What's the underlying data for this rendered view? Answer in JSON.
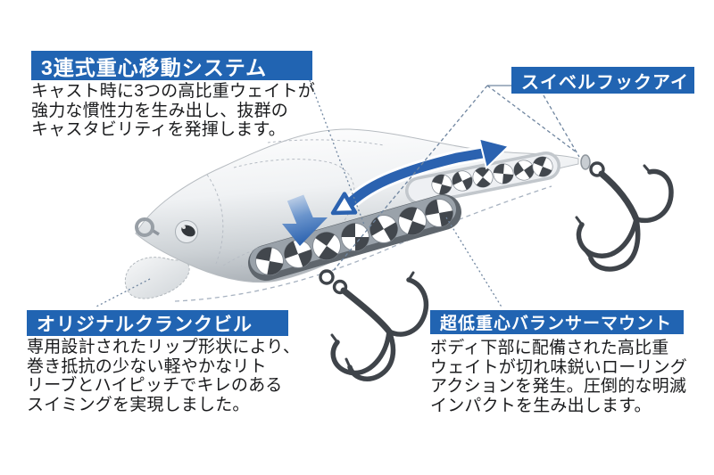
{
  "diagram": {
    "subject": "fishing-lure-feature-diagram",
    "background": "#ffffff"
  },
  "colors": {
    "callout_blue": "#2164b2",
    "arrow_blue": "#2b62b0",
    "body_silver": "#d6dade",
    "weight_dark": "#42474d",
    "hook_gray": "#3f444a",
    "leader_line": "#7086a0",
    "text": "#1a1b1d"
  },
  "callouts": {
    "weight_transfer": {
      "title": "3連式重心移動システム",
      "body": "キャスト時に3つの高比重ウェイトが\n強力な慣性力を生み出し、抜群の\nキャスタビリティを発揮します。"
    },
    "swivel_hook_eye": {
      "title": "スイベルフックアイ"
    },
    "crank_bill": {
      "title": "オリジナルクランクビル",
      "body": "専用設計されたリップ形状により、\n巻き抵抗の少ない軽やかなリト\nリーブとハイピッチでキレのある\nスイミングを実現しました。"
    },
    "balancer_mount": {
      "title": "超低重心バランサーマウント",
      "body": "ボディ下部に配備された高比重\nウェイトが切れ味鋭いローリング\nアクションを発生。圧倒的な明滅\nインパクトを生み出します。"
    }
  }
}
